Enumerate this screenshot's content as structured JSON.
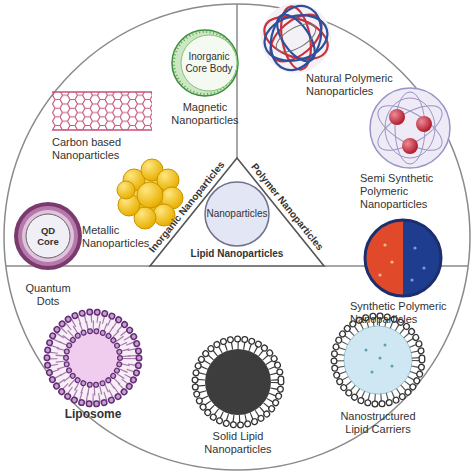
{
  "diagram": {
    "nodes": [
      {
        "text": [
          "Inorganic Core Body",
          "Magnetic Nanoparticles"
        ]
      },
      {
        "text": [
          "Inorganic Nanoparticles",
          "Polymer Nanoparticles",
          "Lipid Nanoparticles"
        ]
      },
      {
        "text": [
          "Nanoparticles"
        ],
        "in": 1
      },
      {
        "text": [
          "QD Core",
          "Quantum Dots"
        ]
      }
    ],
    "labels": [
      "Natural Polymeric Nanoparticles",
      "Carbon based Nanoparticles",
      "Semi Synthetic Polymeric Nanoparticles",
      "Metallic Nanoparticles",
      "Synthetic Polymeric Nanoparticles",
      "Liposome",
      "Nanostructured Lipid Carriers",
      "Solid Lipid Nanoparticles"
    ]
  }
}
